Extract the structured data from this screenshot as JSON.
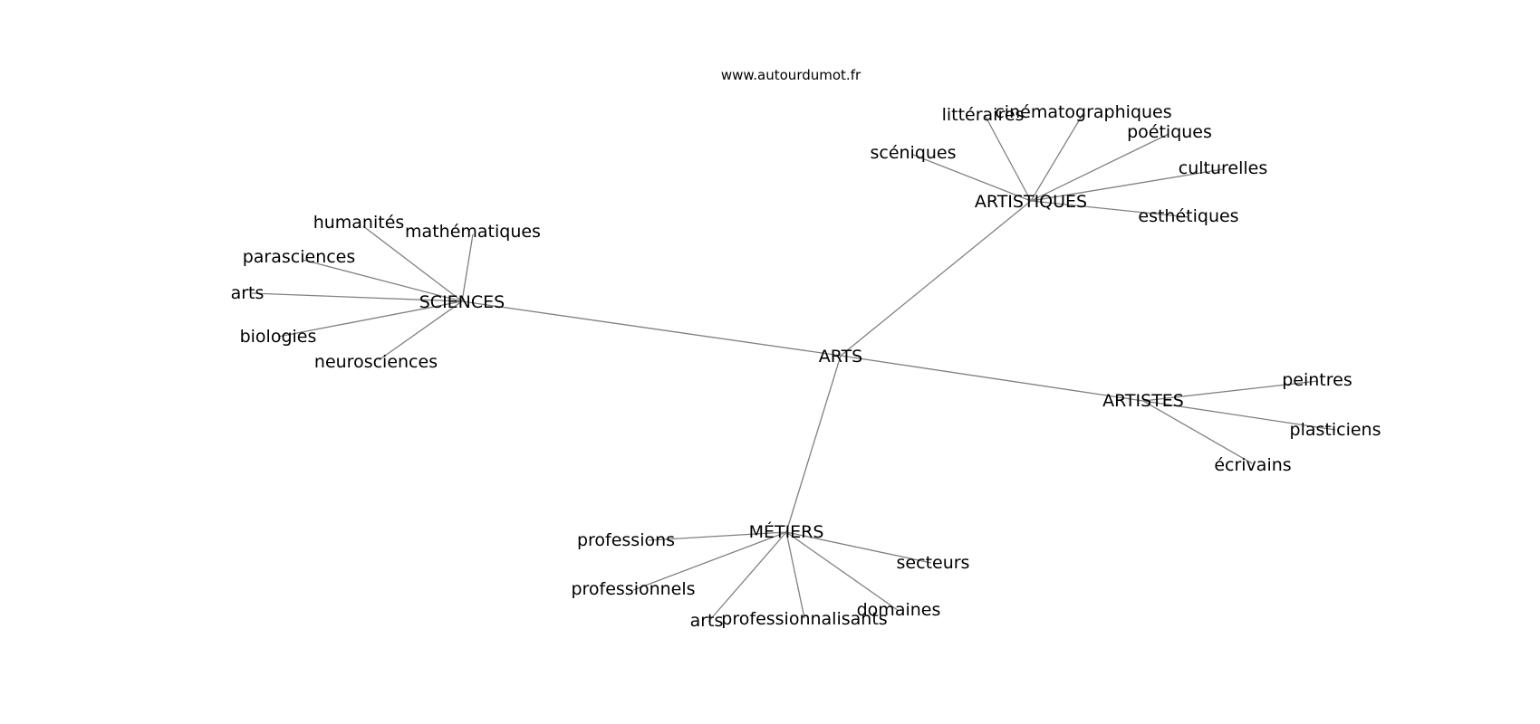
{
  "site_url": "www.autourdumot.fr",
  "center": "ARTS",
  "groups": {
    "sciences": {
      "label": "SCIENCES",
      "leaves": {
        "humanites": "humanités",
        "mathematiques": "mathématiques",
        "parasciences": "parasciences",
        "arts": "arts",
        "biologies": "biologies",
        "neurosciences": "neurosciences"
      }
    },
    "artistiques": {
      "label": "ARTISTIQUES",
      "leaves": {
        "litteraires": "littéraires",
        "cinematographiques": "cinématographiques",
        "poetiques": "poétiques",
        "sceniques": "scéniques",
        "culturelles": "culturelles",
        "esthetiques": "esthétiques"
      }
    },
    "artistes": {
      "label": "ARTISTES",
      "leaves": {
        "peintres": "peintres",
        "plasticiens": "plasticiens",
        "ecrivains": "écrivains"
      }
    },
    "metiers": {
      "label": "MÉTIERS",
      "leaves": {
        "professions": "professions",
        "professionnels": "professionnels",
        "arts": "arts",
        "professionnalisants": "professionnalisants",
        "domaines": "domaines",
        "secteurs": "secteurs"
      }
    }
  },
  "colors": {
    "edge": "#808080",
    "text": "#000000",
    "background": "#ffffff"
  }
}
